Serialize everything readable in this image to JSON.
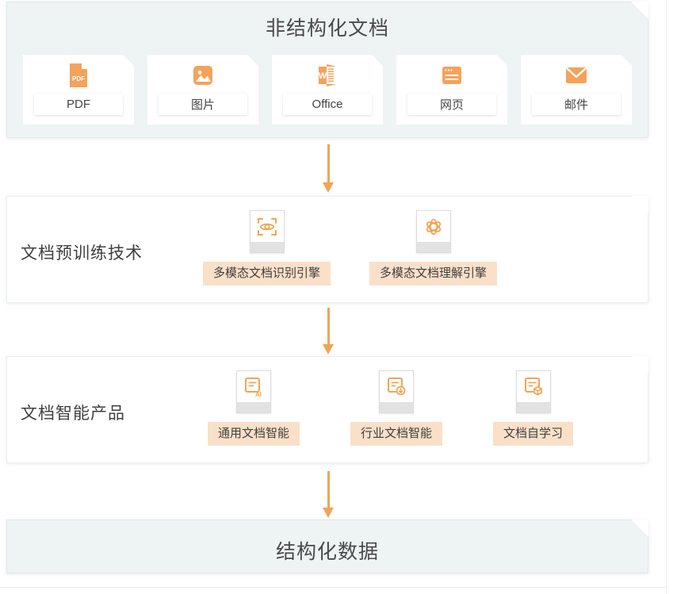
{
  "colors": {
    "accent": "#f0a554",
    "chip_bg": "#fae0c8",
    "panel_bg": "#eef4f3",
    "panel_white": "#ffffff",
    "text": "#3f3f3f"
  },
  "sections": {
    "source": {
      "title": "非结构化文档",
      "cards": [
        {
          "label": "PDF",
          "icon": "pdf-file-icon"
        },
        {
          "label": "图片",
          "icon": "image-icon"
        },
        {
          "label": "Office",
          "icon": "office-word-icon"
        },
        {
          "label": "网页",
          "icon": "webpage-icon"
        },
        {
          "label": "邮件",
          "icon": "email-envelope-icon"
        }
      ]
    },
    "pretrain": {
      "label": "文档预训练技术",
      "items": [
        {
          "label": "多模态文档识别引擎",
          "icon": "scan-eye-icon"
        },
        {
          "label": "多模态文档理解引擎",
          "icon": "atom-icon"
        }
      ]
    },
    "products": {
      "label": "文档智能产品",
      "items": [
        {
          "label": "通用文档智能",
          "icon": "document-ai-icon"
        },
        {
          "label": "行业文档智能",
          "icon": "document-pin-icon"
        },
        {
          "label": "文档自学习",
          "icon": "document-cube-icon"
        }
      ]
    },
    "output": {
      "title": "结构化数据"
    }
  },
  "arrows": [
    {
      "name": "arrow-source-to-pretrain"
    },
    {
      "name": "arrow-pretrain-to-products"
    },
    {
      "name": "arrow-products-to-output"
    }
  ]
}
